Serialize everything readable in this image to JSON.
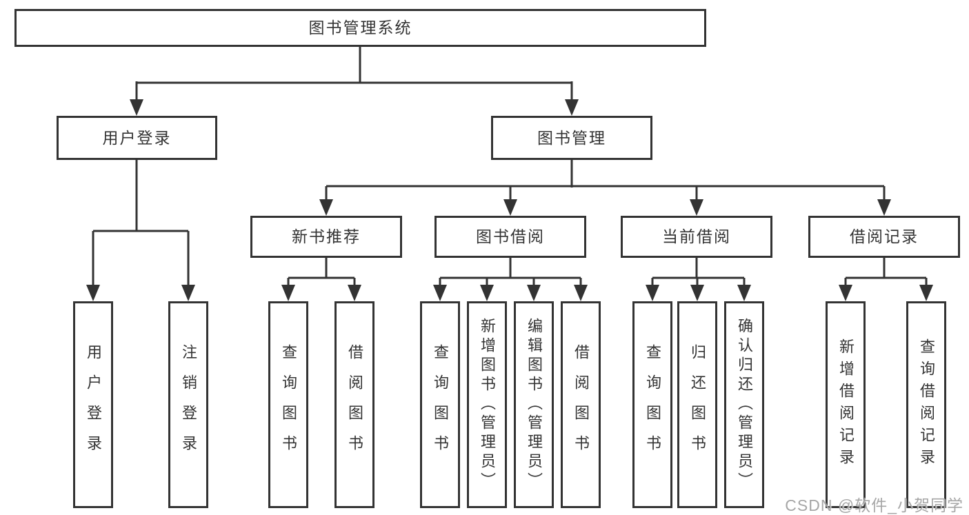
{
  "diagram": {
    "system": {
      "label": "图书管理系统"
    },
    "user_login": {
      "label": "用户登录",
      "children": {
        "login": "用户登录",
        "logout": "注销登录"
      }
    },
    "book_mgmt": {
      "label": "图书管理"
    },
    "new_book_rec": {
      "label": "新书推荐",
      "children": {
        "query": "查询图书",
        "borrow": "借阅图书"
      }
    },
    "book_borrow": {
      "label": "图书借阅",
      "children": {
        "query": "查询图书",
        "add": "新增图书（管理员）",
        "edit": "编辑图书（管理员）",
        "borrow": "借阅图书"
      }
    },
    "current_borrow": {
      "label": "当前借阅",
      "children": {
        "query": "查询图书",
        "return": "归还图书",
        "confirm": "确认归还（管理员）"
      }
    },
    "borrow_records": {
      "label": "借阅记录",
      "children": {
        "add": "新增借阅记录",
        "query": "查询借阅记录"
      }
    }
  },
  "watermark": "CSDN @软件_小贺同学",
  "colors": {
    "line": "#333333",
    "text": "#333333",
    "background": "#ffffff",
    "watermark": "#9e9e9e"
  }
}
